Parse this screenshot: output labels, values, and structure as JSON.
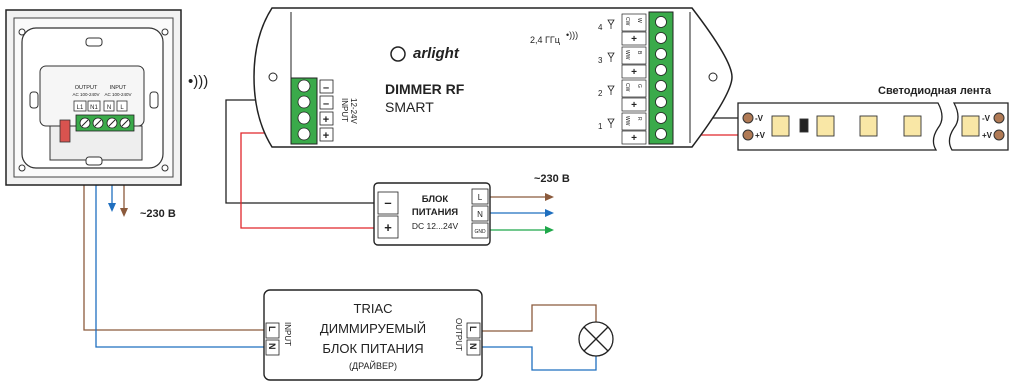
{
  "panel": {
    "output_label": "OUTPUT",
    "output_spec": "AC 100-240V",
    "input_label": "INPUT",
    "input_spec": "AC 100-240V",
    "terminals": [
      "L1",
      "N1",
      "N",
      "L"
    ],
    "voltage": "~230 В"
  },
  "rf_symbol": "•)))",
  "dimmer": {
    "brand": "arlight",
    "title": "DIMMER RF",
    "subtitle": "SMART",
    "frequency": "2,4 ГГц",
    "input_label": "INPUT",
    "input_voltage": "12-24V",
    "input_terminals": [
      "–",
      "–",
      "+",
      "+"
    ],
    "channels": [
      {
        "number": "4",
        "labels": [
          "CW",
          "W"
        ]
      },
      {
        "number": "3",
        "labels": [
          "WW",
          "B"
        ]
      },
      {
        "number": "2",
        "labels": [
          "CW",
          "G"
        ]
      },
      {
        "number": "1",
        "labels": [
          "WW",
          "R"
        ]
      }
    ]
  },
  "psu": {
    "title_line1": "БЛОК",
    "title_line2": "ПИТАНИЯ",
    "spec": "DC 12...24V",
    "minus": "–",
    "plus": "+",
    "terminals": [
      "L",
      "N",
      "GND"
    ],
    "voltage": "~230 В"
  },
  "led_strip": {
    "title": "Светодиодная лента",
    "left_minus": "-V",
    "left_plus": "+V",
    "right_minus": "-V",
    "right_plus": "+V"
  },
  "triac": {
    "line1": "TRIAC",
    "line2": "ДИММИРУЕМЫЙ",
    "line3": "БЛОК ПИТАНИЯ",
    "line4": "(ДРАЙВЕР)",
    "input_label": "INPUT",
    "output_label": "OUTPUT",
    "input_terminals": [
      "L",
      "N"
    ],
    "output_terminals": [
      "L",
      "N"
    ]
  },
  "colors": {
    "brown": "#8b5a3c",
    "blue": "#1f6fbf",
    "green": "#1fa84a",
    "red": "#e0262b",
    "black": "#222222",
    "terminal_green": "#3aaa4a"
  }
}
